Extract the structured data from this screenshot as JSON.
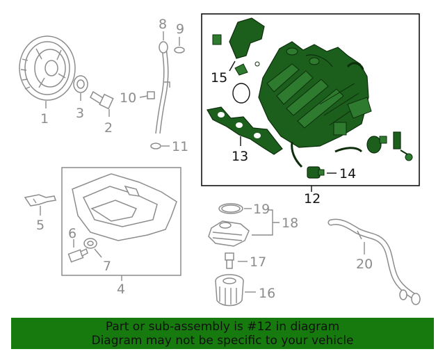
{
  "callouts": {
    "c1": "1",
    "c2": "2",
    "c3": "3",
    "c4": "4",
    "c5": "5",
    "c6": "6",
    "c7": "7",
    "c8": "8",
    "c9": "9",
    "c10": "10",
    "c11": "11",
    "c12": "12",
    "c13": "13",
    "c14": "14",
    "c15": "15",
    "c16": "16",
    "c17": "17",
    "c18": "18",
    "c19": "19",
    "c20": "20"
  },
  "highlight": {
    "part": "12",
    "color": "#1c5e1c"
  },
  "banner": {
    "line1": "Part or sub-assembly is #12 in diagram",
    "line2": "Diagram may not be specific to your vehicle",
    "background": "#177a0e"
  }
}
